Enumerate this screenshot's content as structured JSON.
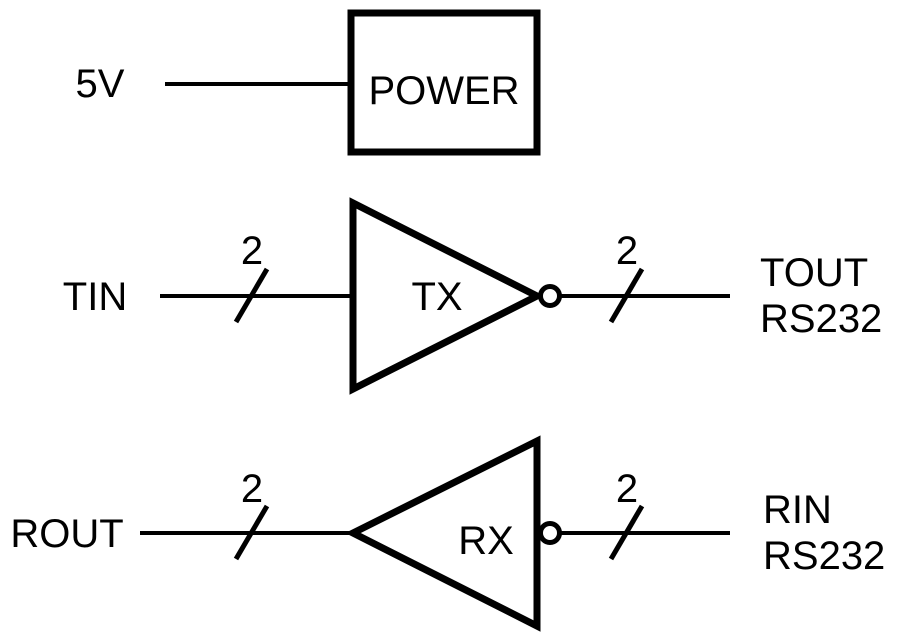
{
  "colors": {
    "line": "#000000",
    "background": "#ffffff"
  },
  "power": {
    "input": "5V",
    "label": "POWER"
  },
  "tx": {
    "input": "TIN",
    "label": "TX",
    "in_bus": "2",
    "out_bus": "2",
    "output_line1": "TOUT",
    "output_line2": "RS232"
  },
  "rx": {
    "input": "ROUT",
    "label": "RX",
    "in_bus": "2",
    "out_bus": "2",
    "output_line1": "RIN",
    "output_line2": "RS232"
  }
}
